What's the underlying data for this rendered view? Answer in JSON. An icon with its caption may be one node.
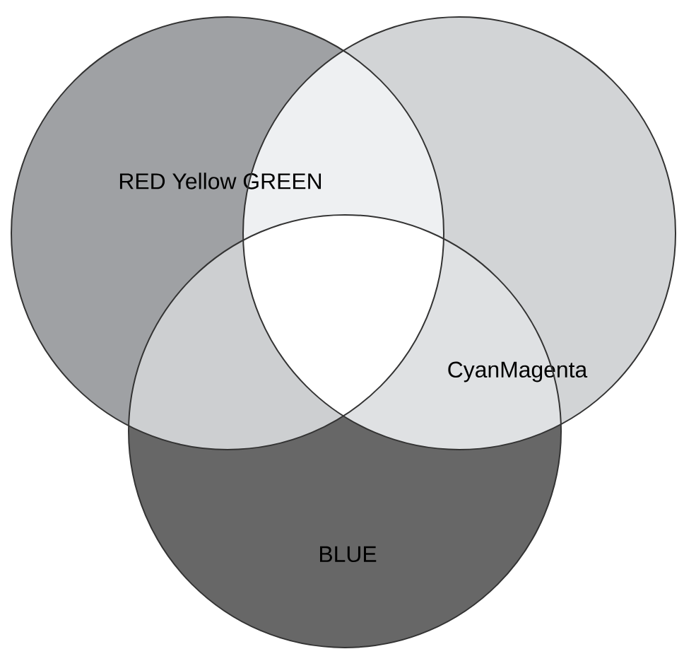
{
  "diagram": {
    "nodes": [
      {
        "text": [
          "RED Yellow GREEN"
        ]
      },
      {
        "text": [
          "CyanMagenta"
        ]
      },
      {
        "text": [
          "BLUE"
        ]
      }
    ]
  }
}
